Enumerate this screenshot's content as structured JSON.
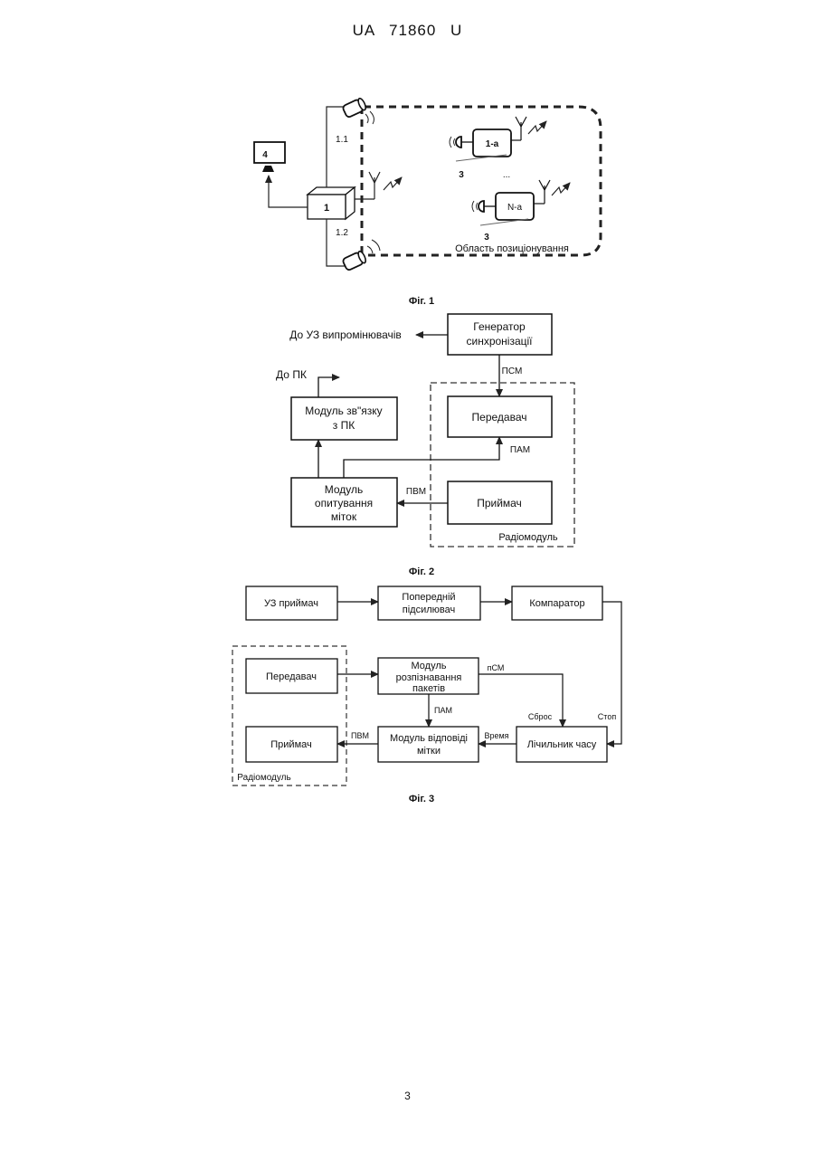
{
  "header": {
    "doc_number": "UA   71860   U"
  },
  "page_number": "3",
  "fig1": {
    "caption": "Фіг. 1",
    "central_unit_label": "1",
    "monitor_label": "4",
    "emitter_top_label": "1.1",
    "emitter_bottom_label": "1.2",
    "tag_first_label": "1-a",
    "tag_last_label": "N-a",
    "tag_group_label": "3",
    "tag_group_label_2": "3",
    "ellipsis": "...",
    "area_label": "Область позиціонування"
  },
  "fig2": {
    "caption": "Фіг. 2",
    "sync_gen": [
      "Генератор",
      "синхронізації"
    ],
    "to_emitters": "До УЗ випромінювачів",
    "to_pc": "До ПК",
    "pc_module": [
      "Модуль зв\"язку",
      "з ПК"
    ],
    "transmitter": "Передавач",
    "receiver": "Приймач",
    "poll_module": [
      "Модуль",
      "опитування",
      "міток"
    ],
    "radio_module": "Радіомодуль",
    "psm": "ПСМ",
    "pam": "ПАМ",
    "pvm": "ПВМ"
  },
  "fig3": {
    "caption": "Фіг. 3",
    "us_receiver": "УЗ приймач",
    "preamp": [
      "Попередній",
      "підсилювач"
    ],
    "comparator": "Компаратор",
    "transmitter": "Передавач",
    "packet_module": [
      "Модуль",
      "розпізнавання",
      "пакетів"
    ],
    "receiver": "Приймач",
    "response_module": [
      "Модуль відповіді",
      "мітки"
    ],
    "time_counter": "Лічильник часу",
    "radio_module": "Радіомодуль",
    "psm": "пСМ",
    "pam": "ПАМ",
    "pvm": "ПВМ",
    "reset": "Сброс",
    "stop": "Стоп",
    "time": "Время"
  }
}
